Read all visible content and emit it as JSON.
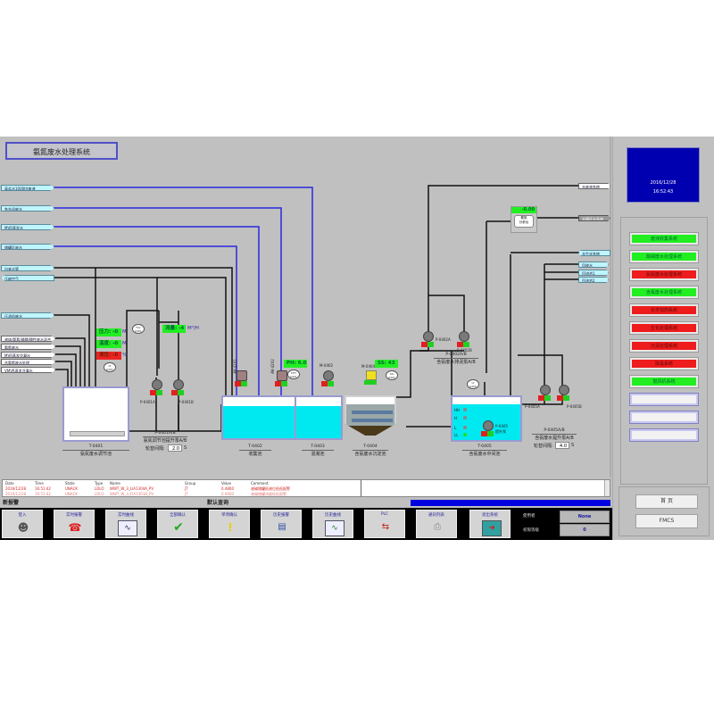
{
  "window": {
    "title": "氨氮废水处理系统"
  },
  "diagram": {
    "inlet_tags_blue": [
      "高盐水1000t/t废液",
      "各车间废水",
      "MVR蒸发水",
      "储罐区废水"
    ],
    "inlet_tags_black": [
      "自来水管",
      "压缩空气"
    ],
    "inlet_tag_cyan_single": "压滤机废水",
    "inlet_tags_white": [
      "液体/氨氮/磷酸/酸性废水混合",
      "氨氮废水",
      "MVR蒸发冷凝水",
      "含氨氮废水处理",
      "VMVR蒸发冷凝水"
    ],
    "outlet_tags_top": [
      "去废液系统",
      "去循环水系统"
    ],
    "outlet_tags_right": [
      "去生化系统",
      "回收水",
      "回流池1",
      "回流池2"
    ],
    "t0401": {
      "id": "T-0401",
      "name": "氨氮废水调节池",
      "readings": [
        {
          "label": "压力: -0",
          "unit": "M",
          "color": "green"
        },
        {
          "label": "温度: -0",
          "unit": "M",
          "color": "green"
        },
        {
          "label": "液位: -0",
          "unit": "%",
          "color": "red"
        }
      ],
      "gauge": "LT\n0401"
    },
    "flow": {
      "label": "流量: -4",
      "unit": "M³/H",
      "gauge": "FIQ\n0401"
    },
    "pump_group_1": {
      "pumps": [
        "P-0401A",
        "P-0401B"
      ],
      "caption_id": "P-0401A/B",
      "caption": "氨氮调节池提升泵A/B",
      "interval_label": "轮替间隔:",
      "interval_value": "2.0",
      "interval_unit": "S"
    },
    "t0402": {
      "id": "T-0402",
      "name": "收集池",
      "valves": [
        "AV-4201",
        "AV-4202"
      ]
    },
    "t0403": {
      "id": "T-0403",
      "name": "混凝池",
      "mixer": "M-0402",
      "ph": "PH: 6.0",
      "ph_gauge": "PHT\n0401"
    },
    "t0404": {
      "id": "T-0404",
      "name": "含氨废水沉淀池",
      "mixer": "M-0404",
      "ss": "SS: 43",
      "ss_gauge": "SSI\n0401"
    },
    "pump_group_2": {
      "pumps": [
        "P-0402A",
        "P-0402B"
      ],
      "caption_id": "P-0402A/B",
      "caption": "含氨废水排泥泵A/B"
    },
    "analyzer": {
      "value": "-0.00",
      "label": "氨氮\n分析仪"
    },
    "t0405": {
      "id": "T-0405",
      "name": "含氨废水中间池",
      "levels": [
        "HH",
        "H",
        "L",
        "LL"
      ],
      "pump": "P-0405",
      "pump_label": "提升泵",
      "gauge": "LT\n0405"
    },
    "pump_group_3": {
      "pumps": [
        "P-0405A",
        "P-0405B"
      ],
      "caption_id": "P-0405A/B",
      "caption": "含氨废水提升泵A/B",
      "interval_label": "轮替间隔:",
      "interval_value": "4.0",
      "interval_unit": "S"
    }
  },
  "right_panel": {
    "date": "2016/12/28",
    "time": "16:52:43",
    "nav": [
      {
        "label": "废液收集系统",
        "status": "green"
      },
      {
        "label": "酸碱废水处理系统",
        "status": "green"
      },
      {
        "label": "氨氮废水处理系统",
        "status": "red"
      },
      {
        "label": "含氟废水处理系统",
        "status": "green"
      },
      {
        "label": "化学加药系统",
        "status": "red"
      },
      {
        "label": "生化处理系统",
        "status": "red"
      },
      {
        "label": "污泥处理系统",
        "status": "red"
      },
      {
        "label": "除臭系统",
        "status": "red"
      },
      {
        "label": "鼓风机系统",
        "status": "green"
      },
      {
        "label": "",
        "status": "empty"
      },
      {
        "label": "",
        "status": "empty"
      },
      {
        "label": "",
        "status": "empty"
      }
    ],
    "home_button": "首 页",
    "fmcs_button": "FMCS"
  },
  "alarm": {
    "columns": [
      "Date",
      "Time",
      "State",
      "Type",
      "Name",
      "Group",
      "Value",
      "Comment"
    ],
    "rows": [
      [
        "2016/12/28",
        "16:51:42",
        "UNACK",
        "LOLO",
        "WWT_W_3_LIA1304A_PV",
        "JT",
        "0.4800",
        "液碱储罐低液位低低报警"
      ],
      [
        "2016/12/28",
        "16:51:42",
        "UNACK",
        "LOLO",
        "WWT_W_3_FIA1301B_PV",
        "JT",
        "0.0000",
        "液碱储罐流量低低报警"
      ]
    ],
    "new_alarm_label": "新报警",
    "ack_query_label": "默认查询"
  },
  "toolbar": {
    "buttons": [
      {
        "label": "登入",
        "icon": "login-icon"
      },
      {
        "label": "实时报警",
        "icon": "alarm-icon"
      },
      {
        "label": "实时曲线",
        "icon": "trend-icon"
      },
      {
        "label": "全部确认",
        "icon": "checkmark-icon"
      },
      {
        "label": "单项确认",
        "icon": "exclamation-icon"
      },
      {
        "label": "历史报警",
        "icon": "history-alarm-icon"
      },
      {
        "label": "历史曲线",
        "icon": "history-trend-icon"
      },
      {
        "label": "PLC",
        "icon": "plc-icon"
      },
      {
        "label": "通讯列表",
        "icon": "network-icon"
      },
      {
        "label": "退出系统",
        "icon": "exit-icon"
      }
    ],
    "user_label": "使用者",
    "user_value": "None",
    "level_label": "权限等级",
    "level_value": "0"
  }
}
